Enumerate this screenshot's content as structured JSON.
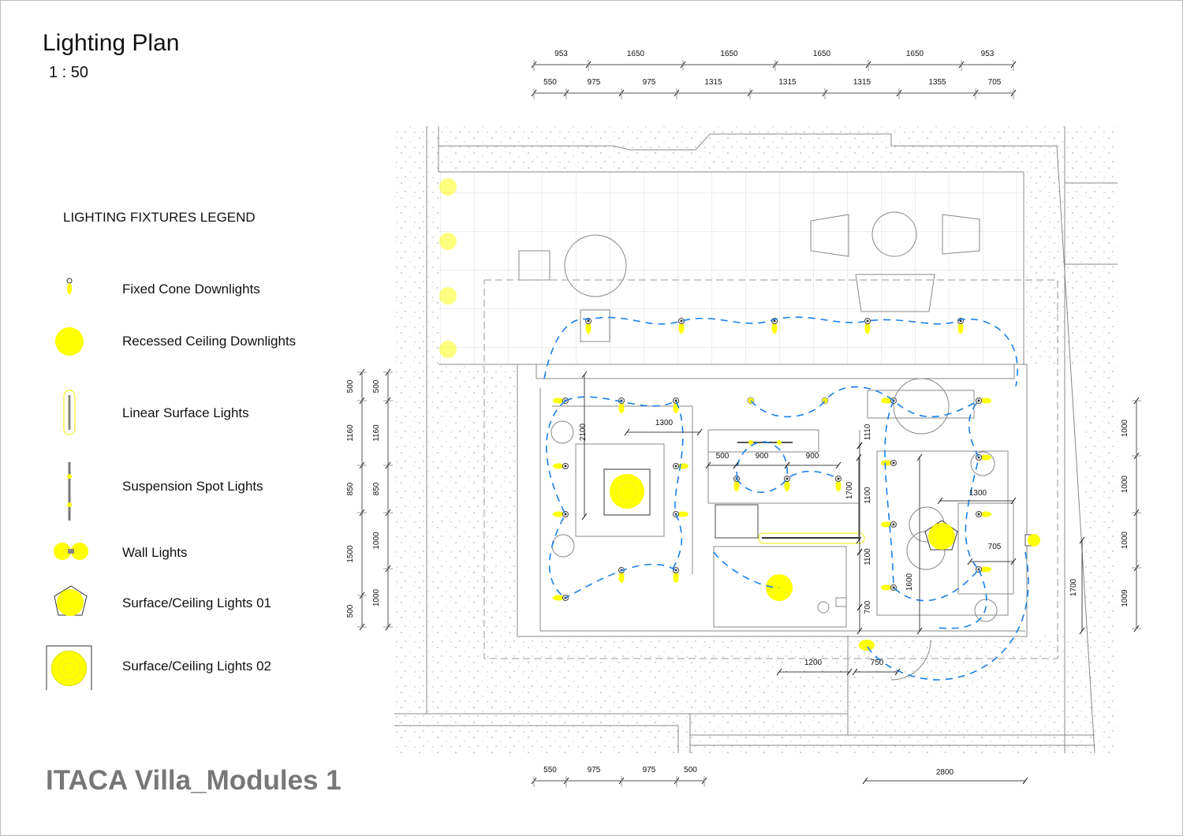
{
  "header": {
    "title": "Lighting Plan",
    "scale": "1 : 50"
  },
  "legend": {
    "title": "LIGHTING FIXTURES LEGEND",
    "items": [
      {
        "label": "Fixed Cone Downlights",
        "icon": "cone-downlight-icon"
      },
      {
        "label": "Recessed Ceiling Downlights",
        "icon": "recessed-downlight-icon"
      },
      {
        "label": "Linear Surface Lights",
        "icon": "linear-light-icon"
      },
      {
        "label": "Suspension Spot Lights",
        "icon": "suspension-spot-icon"
      },
      {
        "label": "Wall Lights",
        "icon": "wall-light-icon"
      },
      {
        "label": "Surface/Ceiling Lights 01",
        "icon": "pentagon-ceiling-light-icon"
      },
      {
        "label": "Surface/Ceiling Lights 02",
        "icon": "square-ceiling-light-icon"
      }
    ]
  },
  "footer": {
    "project": "ITACA Villa_Modules 1"
  },
  "dimensions": {
    "top_row1": [
      "953",
      "1650",
      "1650",
      "1650",
      "1650",
      "953"
    ],
    "top_row2": [
      "550",
      "975",
      "975",
      "1315",
      "1315",
      "1315",
      "1355",
      "705"
    ],
    "left_outer": [
      "500",
      "1160",
      "850",
      "1500",
      "500"
    ],
    "left_inner": [
      "500",
      "1160",
      "850",
      "1000",
      "1000"
    ],
    "right": [
      "1000",
      "1000",
      "1000",
      "1009"
    ],
    "right_inner": "1700",
    "bottom_left": [
      "550",
      "975",
      "975",
      "500"
    ],
    "bottom_right": "2800",
    "interior": {
      "d2100": "2100",
      "d1300a": "1300",
      "d500": "500",
      "d900a": "900",
      "d900b": "900",
      "d1110": "1110",
      "d1100a": "1100",
      "d1100b": "1100",
      "d700": "700",
      "d1700": "1700",
      "d1300b": "1300",
      "d705": "705",
      "d1600": "1600",
      "d1200": "1200",
      "d750": "750"
    }
  },
  "colors": {
    "light": "#ffff00",
    "circuit": "#1a7fe6",
    "line": "#777777"
  }
}
